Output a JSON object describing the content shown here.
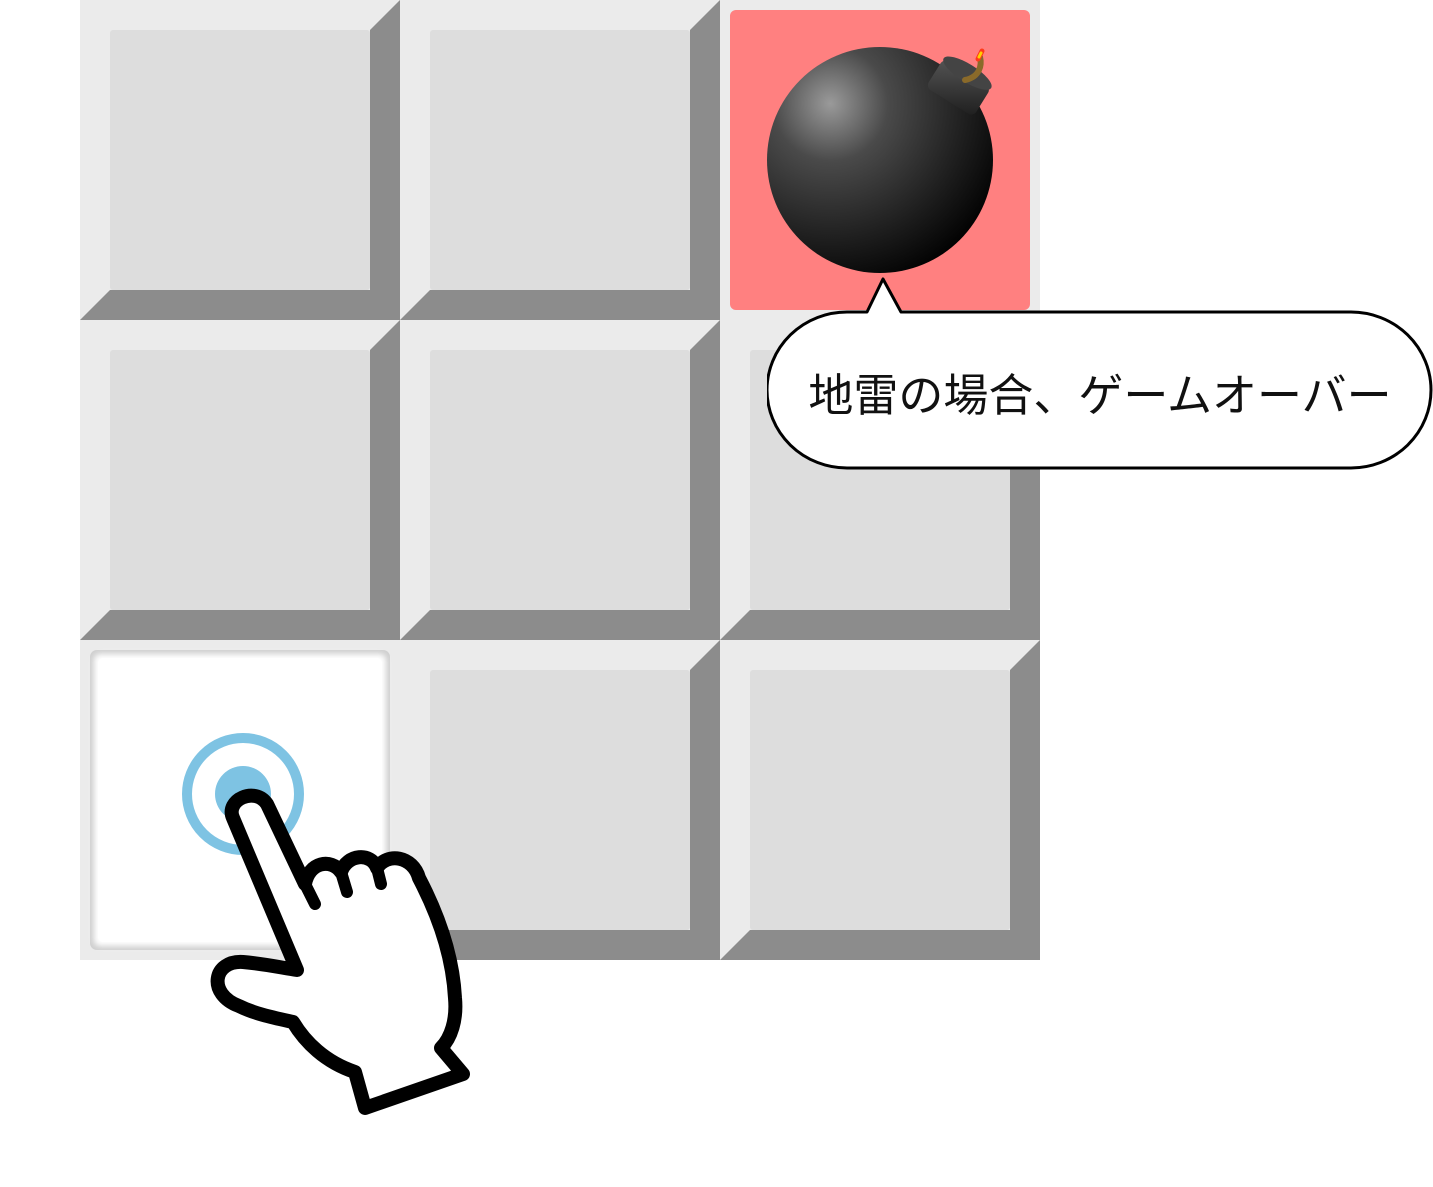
{
  "game": {
    "grid": {
      "rows": 3,
      "cols": 3,
      "cells": [
        {
          "row": 0,
          "col": 0,
          "state": "covered"
        },
        {
          "row": 0,
          "col": 1,
          "state": "covered"
        },
        {
          "row": 0,
          "col": 2,
          "state": "revealed-mine"
        },
        {
          "row": 1,
          "col": 0,
          "state": "covered"
        },
        {
          "row": 1,
          "col": 1,
          "state": "covered"
        },
        {
          "row": 1,
          "col": 2,
          "state": "covered"
        },
        {
          "row": 2,
          "col": 0,
          "state": "pressed"
        },
        {
          "row": 2,
          "col": 1,
          "state": "covered"
        },
        {
          "row": 2,
          "col": 2,
          "state": "covered"
        }
      ]
    },
    "callout": {
      "text": "地雷の場合、ゲームオーバー"
    },
    "icons": {
      "mine": "bomb-icon",
      "pointer": "pointing-hand-icon",
      "tap": "tap-ripple-icon"
    },
    "colors": {
      "cell_face": "#dddddd",
      "cell_highlight": "#ebebeb",
      "cell_shadow": "#8c8c8c",
      "mine_background": "#ff8080",
      "pressed_face": "#ffffff",
      "tap_ring": "#7ec3e3"
    }
  }
}
